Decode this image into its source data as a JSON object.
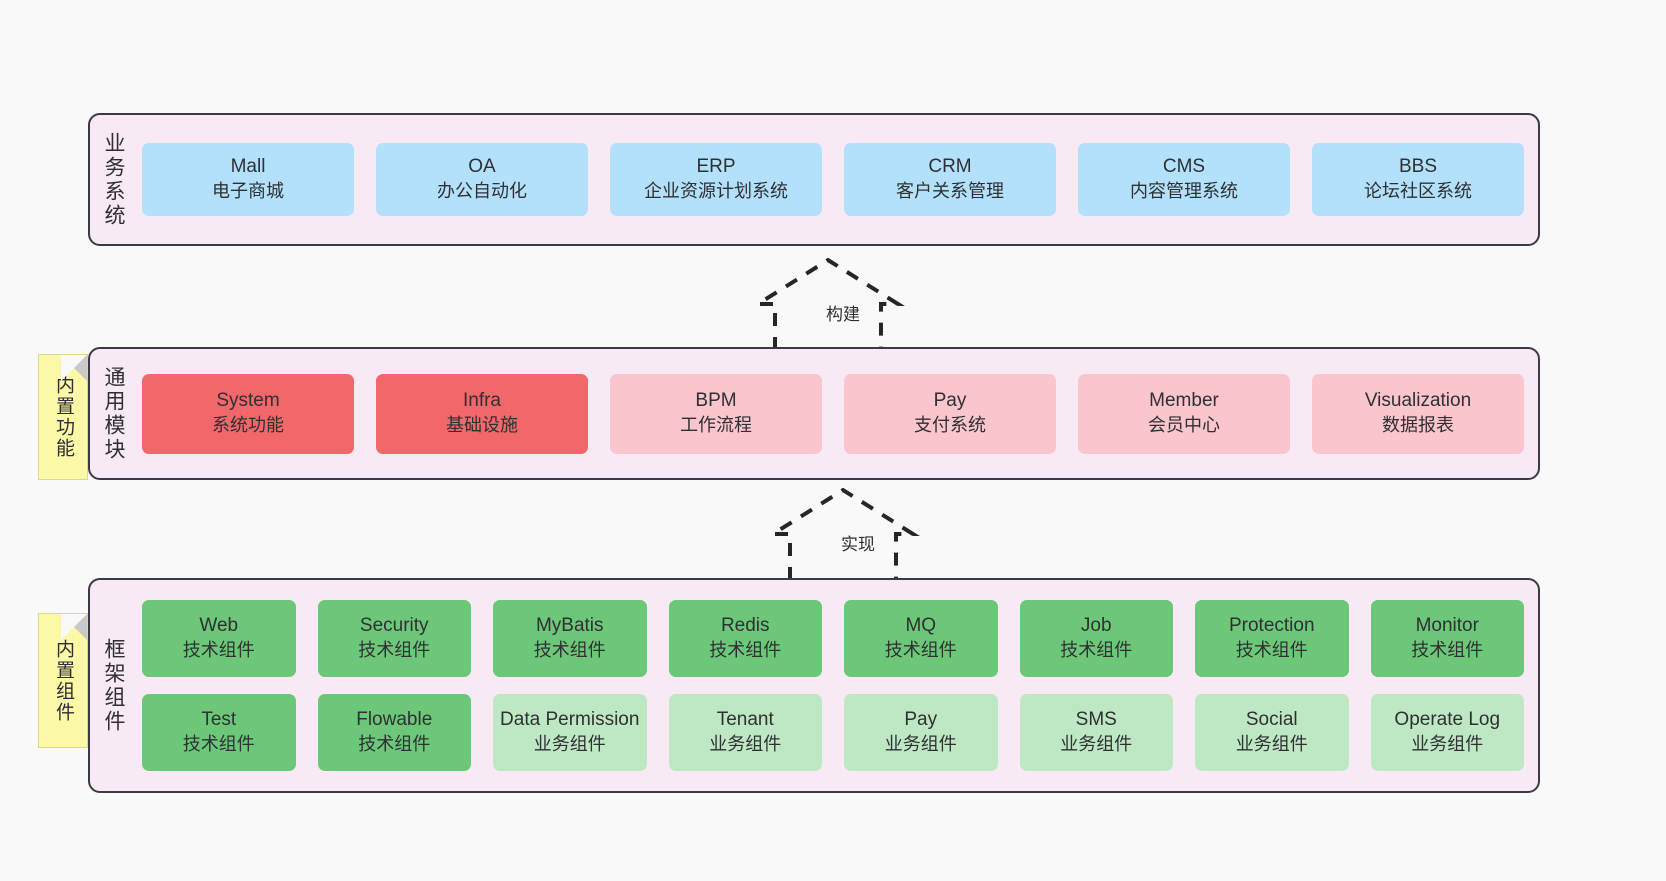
{
  "colors": {
    "background": "#f9f9f9",
    "layer_fill": "#f8eaf4",
    "layer_border": "#3d3846",
    "business_node": "#b3e0fb",
    "common_core_node": "#f2676a",
    "common_node": "#fac5cd",
    "framework_tech_node": "#6cc878",
    "framework_biz_node": "#bee8c4",
    "sticky_note": "#fbf8a8",
    "text": "#2f3033"
  },
  "layers": [
    {
      "id": "business-system",
      "title": "业务系统",
      "rows": [
        {
          "nodes": [
            {
              "name": "Mall",
              "desc": "电子商城",
              "style": "blue"
            },
            {
              "name": "OA",
              "desc": "办公自动化",
              "style": "blue"
            },
            {
              "name": "ERP",
              "desc": "企业资源计划系统",
              "style": "blue"
            },
            {
              "name": "CRM",
              "desc": "客户关系管理",
              "style": "blue"
            },
            {
              "name": "CMS",
              "desc": "内容管理系统",
              "style": "blue"
            },
            {
              "name": "BBS",
              "desc": "论坛社区系统",
              "style": "blue"
            }
          ]
        }
      ]
    },
    {
      "id": "common-module",
      "title": "通用模块",
      "sticky": "内置功能",
      "rows": [
        {
          "nodes": [
            {
              "name": "System",
              "desc": "系统功能",
              "style": "red"
            },
            {
              "name": "Infra",
              "desc": "基础设施",
              "style": "red"
            },
            {
              "name": "BPM",
              "desc": "工作流程",
              "style": "pink"
            },
            {
              "name": "Pay",
              "desc": "支付系统",
              "style": "pink"
            },
            {
              "name": "Member",
              "desc": "会员中心",
              "style": "pink"
            },
            {
              "name": "Visualization",
              "desc": "数据报表",
              "style": "pink"
            }
          ]
        }
      ]
    },
    {
      "id": "framework-component",
      "title": "框架组件",
      "sticky": "内置组件",
      "rows": [
        {
          "nodes": [
            {
              "name": "Web",
              "desc": "技术组件",
              "style": "green"
            },
            {
              "name": "Security",
              "desc": "技术组件",
              "style": "green"
            },
            {
              "name": "MyBatis",
              "desc": "技术组件",
              "style": "green"
            },
            {
              "name": "Redis",
              "desc": "技术组件",
              "style": "green"
            },
            {
              "name": "MQ",
              "desc": "技术组件",
              "style": "green"
            },
            {
              "name": "Job",
              "desc": "技术组件",
              "style": "green"
            },
            {
              "name": "Protection",
              "desc": "技术组件",
              "style": "green"
            },
            {
              "name": "Monitor",
              "desc": "技术组件",
              "style": "green"
            }
          ]
        },
        {
          "nodes": [
            {
              "name": "Test",
              "desc": "技术组件",
              "style": "green"
            },
            {
              "name": "Flowable",
              "desc": "技术组件",
              "style": "green"
            },
            {
              "name": "Data Permission",
              "desc": "业务组件",
              "style": "lightgreen",
              "wrap": true
            },
            {
              "name": "Tenant",
              "desc": "业务组件",
              "style": "lightgreen"
            },
            {
              "name": "Pay",
              "desc": "业务组件",
              "style": "lightgreen"
            },
            {
              "name": "SMS",
              "desc": "业务组件",
              "style": "lightgreen"
            },
            {
              "name": "Social",
              "desc": "业务组件",
              "style": "lightgreen"
            },
            {
              "name": "Operate Log",
              "desc": "业务组件",
              "style": "lightgreen"
            }
          ]
        }
      ]
    }
  ],
  "arrows": [
    {
      "id": "build",
      "label": "构建",
      "direction": "up",
      "stroke": "#262626",
      "dashed": true
    },
    {
      "id": "implement",
      "label": "实现",
      "direction": "up",
      "stroke": "#262626",
      "dashed": true
    }
  ]
}
